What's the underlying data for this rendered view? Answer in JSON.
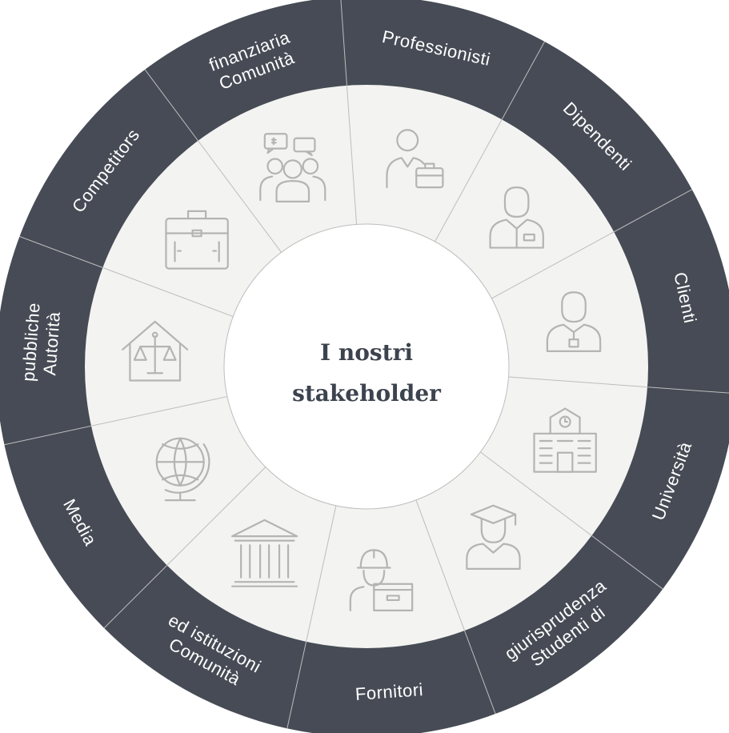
{
  "center": {
    "line1": "I nostri",
    "line2": "stakeholder"
  },
  "colors": {
    "ring": "#464b55",
    "inner": "#f3f3f1",
    "center": "#ffffff",
    "divider": "#bdbdbd",
    "icon": "#b4b4b4",
    "title": "#3d434e"
  },
  "segments": [
    {
      "lines": [
        "Professionisti"
      ],
      "icon": "professional-briefcase-icon"
    },
    {
      "lines": [
        "Dipendenti"
      ],
      "icon": "employee-icon"
    },
    {
      "lines": [
        "Clienti"
      ],
      "icon": "client-icon"
    },
    {
      "lines": [
        "Università"
      ],
      "icon": "university-building-icon"
    },
    {
      "lines": [
        "Studenti di",
        "giurisprudenza"
      ],
      "icon": "graduate-student-icon"
    },
    {
      "lines": [
        "Fornitori"
      ],
      "icon": "supplier-worker-icon"
    },
    {
      "lines": [
        "Comunità",
        "ed istituzioni"
      ],
      "icon": "institution-building-icon"
    },
    {
      "lines": [
        "Media"
      ],
      "icon": "globe-icon"
    },
    {
      "lines": [
        "Autorità",
        "pubbliche"
      ],
      "icon": "justice-scale-icon"
    },
    {
      "lines": [
        "Competitors"
      ],
      "icon": "briefcase-icon"
    },
    {
      "lines": [
        "Comunità",
        "finanziaria"
      ],
      "icon": "financial-community-icon"
    }
  ]
}
